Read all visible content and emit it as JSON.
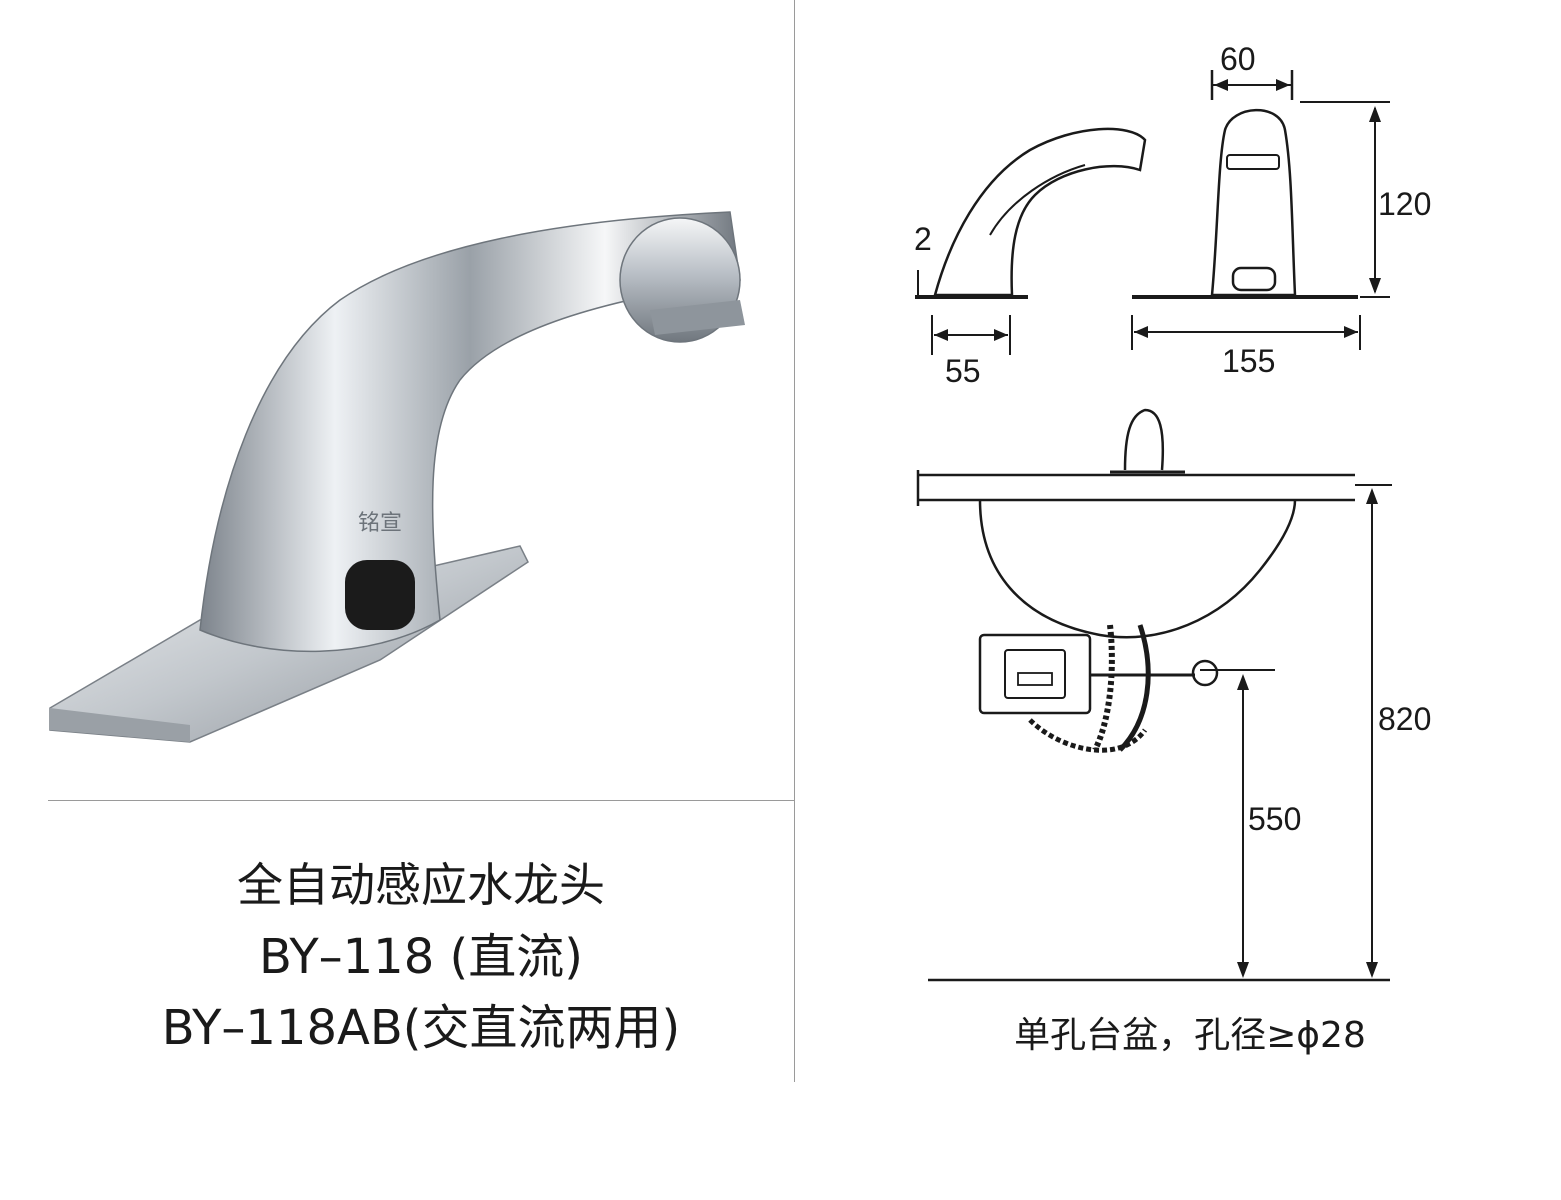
{
  "product": {
    "title": "全自动感应水龙头",
    "model_1": "BY–118 (直流)",
    "model_2": "BY–118AB(交直流两用)",
    "logo_text": "铭宣"
  },
  "drawing": {
    "dims": {
      "width_top": "60",
      "height_top": "120",
      "plate_thickness": "2",
      "side_depth": "55",
      "plate_width": "155",
      "total_height": "820",
      "outlet_height": "550"
    },
    "basin_note": "单孔台盆，孔径≥ϕ28"
  },
  "colors": {
    "chrome": "#c9ced4",
    "line": "#1a1a1a",
    "divider": "#9a9a9a"
  }
}
